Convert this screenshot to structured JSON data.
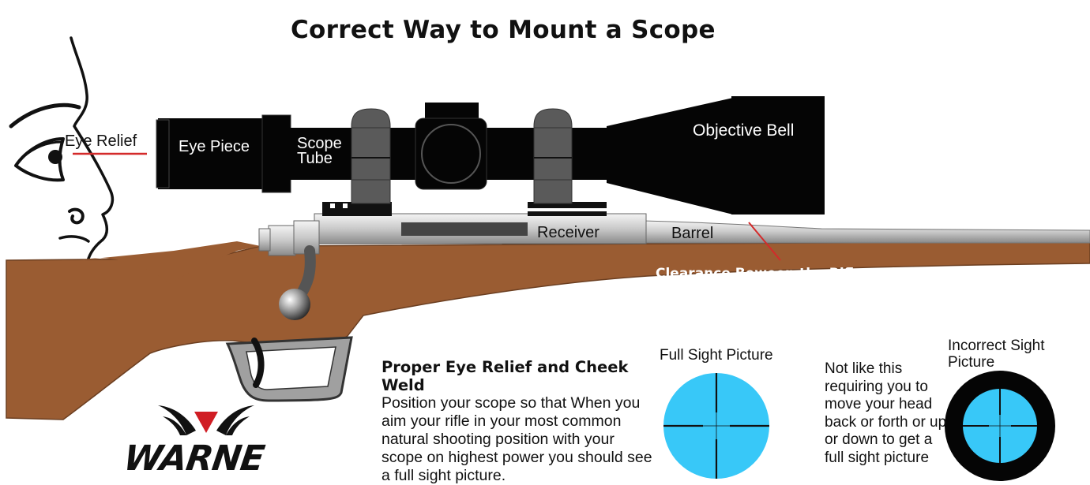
{
  "title": "Correct Way to Mount a Scope",
  "labels": {
    "eye_relief": "Eye Relief",
    "eye_piece": "Eye Piece",
    "scope_tube_line1": "Scope",
    "scope_tube_line2": "Tube",
    "objective_bell": "Objective Bell",
    "receiver": "Receiver",
    "barrel": "Barrel",
    "clearance": "Clearance Beween the Rifle and Objective Bell"
  },
  "instructions": {
    "heading": "Proper Eye Relief and Cheek Weld",
    "body": "Position your scope so that When you aim your rifle in your most common natural shooting position with your scope on highest power you should see a full sight picture."
  },
  "full_sight": {
    "label": "Full Sight Picture"
  },
  "incorrect_sight": {
    "label": "Incorrect Sight Picture",
    "note": "Not like this requiring you to move your head back or forth or up or down to get a full sight picture"
  },
  "brand": {
    "name": "WARNE"
  },
  "colors": {
    "stock": "#9a5c32",
    "scope": "#050505",
    "mount": "#5a5a5a",
    "sight_blue": "#38c8f8",
    "relief_line": "#d42a2a",
    "logo_red": "#d01d24"
  }
}
